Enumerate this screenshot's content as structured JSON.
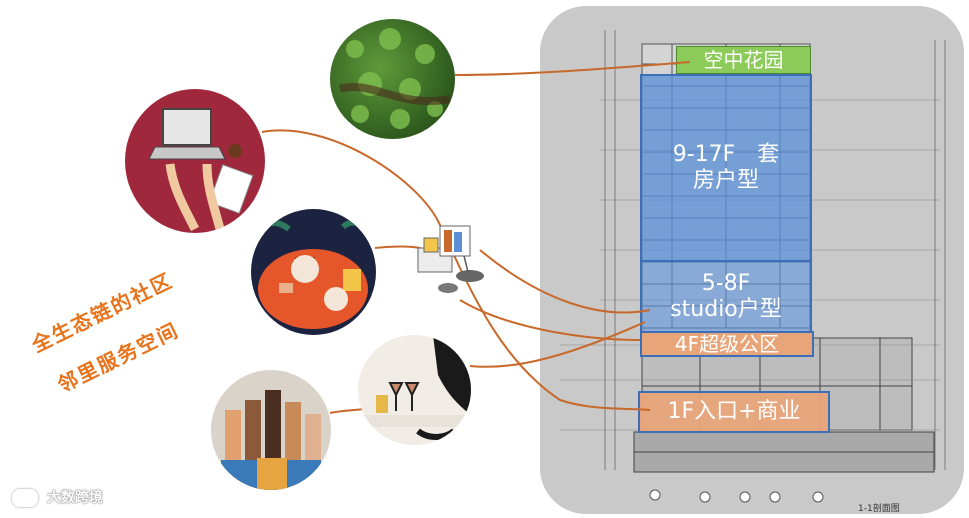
{
  "zones": {
    "sky_garden": "空中花园",
    "floors_9_17_line1": "9-17F　套",
    "floors_9_17_line2": "房户型",
    "floors_5_8_line1": "5-8F",
    "floors_5_8_line2": "studio户型",
    "floor_4": "4F超级公区",
    "floor_1": "1F入口+商业"
  },
  "slogan": {
    "line1": "全生态链的社区",
    "line2": "邻里服务空间"
  },
  "drawing_title": "1-1剖面图",
  "watermark": "大数跨境",
  "colors": {
    "connector": "#c8692b",
    "slogan": "#e8731b",
    "blue_zone": "#5b8fd6",
    "sky_garden": "#8ccb5a",
    "floor_1": "#e9a57a"
  }
}
